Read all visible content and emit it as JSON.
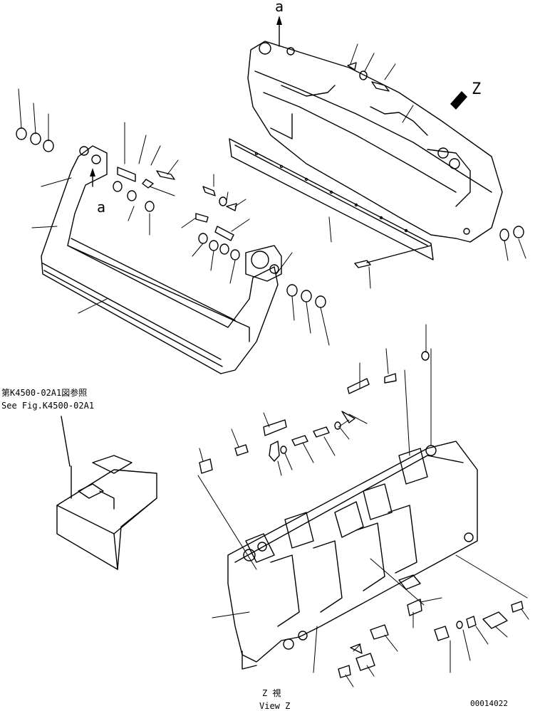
{
  "labels": {
    "arrow_a_top": "a",
    "arrow_a_left": "a",
    "view_z_marker": "Z",
    "ref_japanese": "第K4500-02A1図参照",
    "ref_english": "See Fig.K4500-02A1",
    "view_jp": "Z 視",
    "view_en": "View Z",
    "drawing_number": "00014022"
  }
}
